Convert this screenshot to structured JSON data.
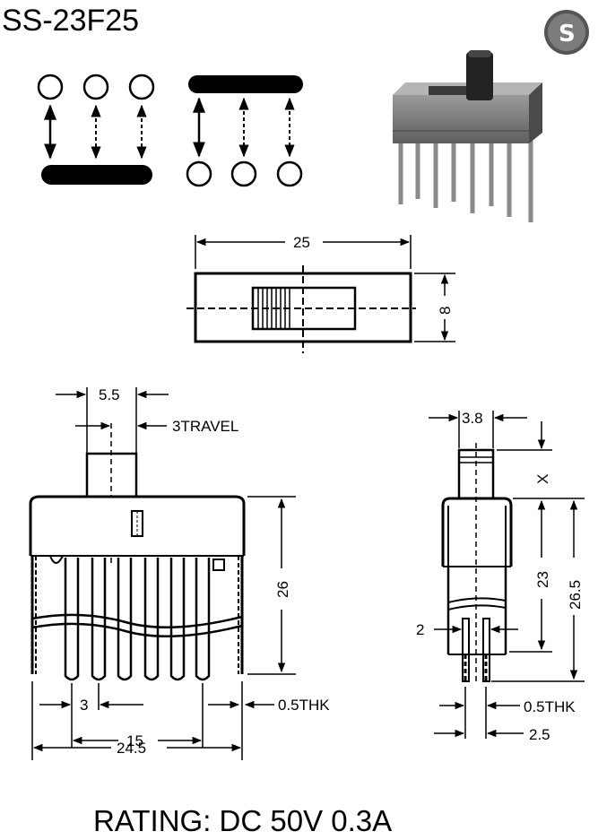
{
  "part_number": "SS-23F25",
  "logo_letter": "S",
  "rating": "RATING: DC 50V 0.3A",
  "colors": {
    "ink": "#000000",
    "paper": "#ffffff",
    "photo_body": "#7a7a7a"
  },
  "top_view": {
    "length": "25",
    "width": "8"
  },
  "front_view": {
    "actuator_width": "5.5",
    "travel": "3TRAVEL",
    "height": "26",
    "pin_pitch": "3",
    "pin_span": "15",
    "overall_width": "24.5",
    "pin_thickness": "0.5THK"
  },
  "side_view": {
    "actuator_width": "3.8",
    "actuator_height": "X",
    "body_height": "23",
    "overall_height": "26.5",
    "pin_offset": "2",
    "pin_thickness": "0.5THK",
    "pin_spacing": "2.5"
  }
}
